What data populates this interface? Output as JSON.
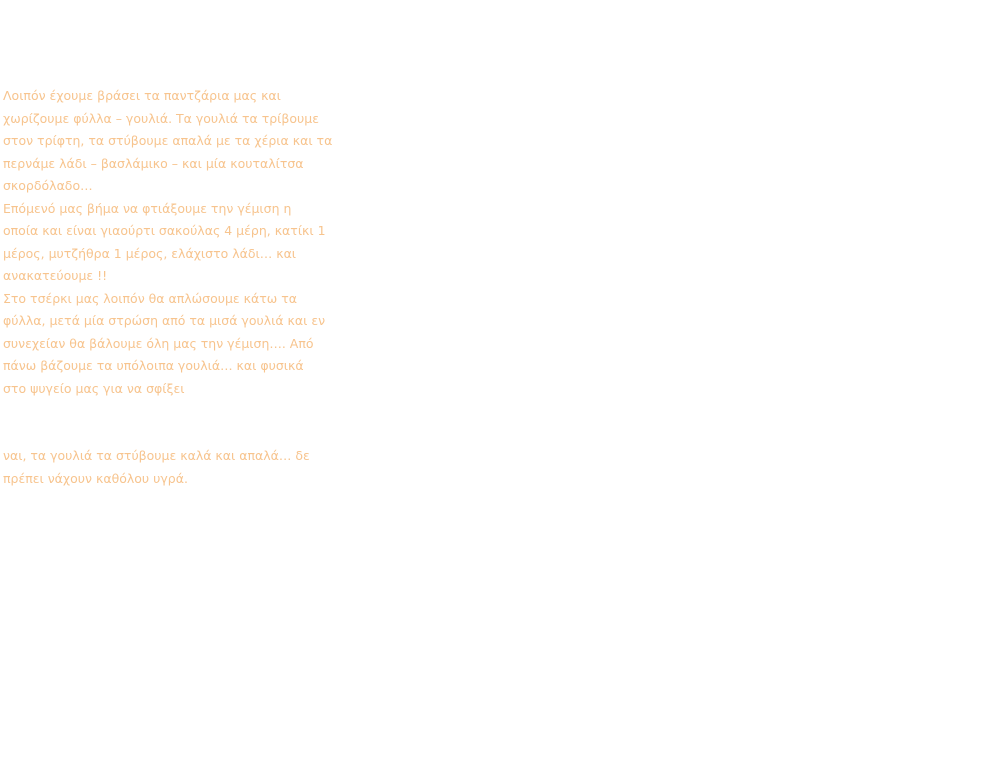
{
  "paragraphs": [
    {
      "lines": [
        "Λοιπόν έχουμε βράσει τα παντζάρια μας και",
        "χωρίζουμε φύλλα – γουλιά. Τα γουλιά τα τρίβουμε",
        "στον τρίφτη, τα στύβουμε απαλά με τα χέρια και τα",
        "περνάμε λάδι – βασλάμικο – και μία κουταλίτσα",
        "σκορδόλαδο…"
      ]
    },
    {
      "lines": [
        "Επόμενό μας βήμα να φτιάξουμε την γέμιση η",
        "οποία και είναι γιαούρτι σακούλας 4 μέρη, κατίκι 1",
        "μέρος, μυτζήθρα 1 μέρος, ελάχιστο λάδι… και",
        "ανακατεύουμε !!"
      ]
    },
    {
      "lines": [
        "Στο τσέρκι μας λοιπόν θα απλώσουμε κάτω τα",
        "φύλλα, μετά μία στρώση από τα μισά γουλιά και εν",
        "συνεχείαν θα βάλουμε όλη μας την γέμιση…. Από",
        "πάνω βάζουμε τα υπόλοιπα γουλιά… και φυσικά",
        "στο ψυγείο μας για να σφίξει"
      ]
    },
    {
      "lines": [
        "ναι, τα γουλιά τα στύβουμε καλά και απαλά… δε",
        "πρέπει νάχουν καθόλου υγρά."
      ]
    }
  ]
}
